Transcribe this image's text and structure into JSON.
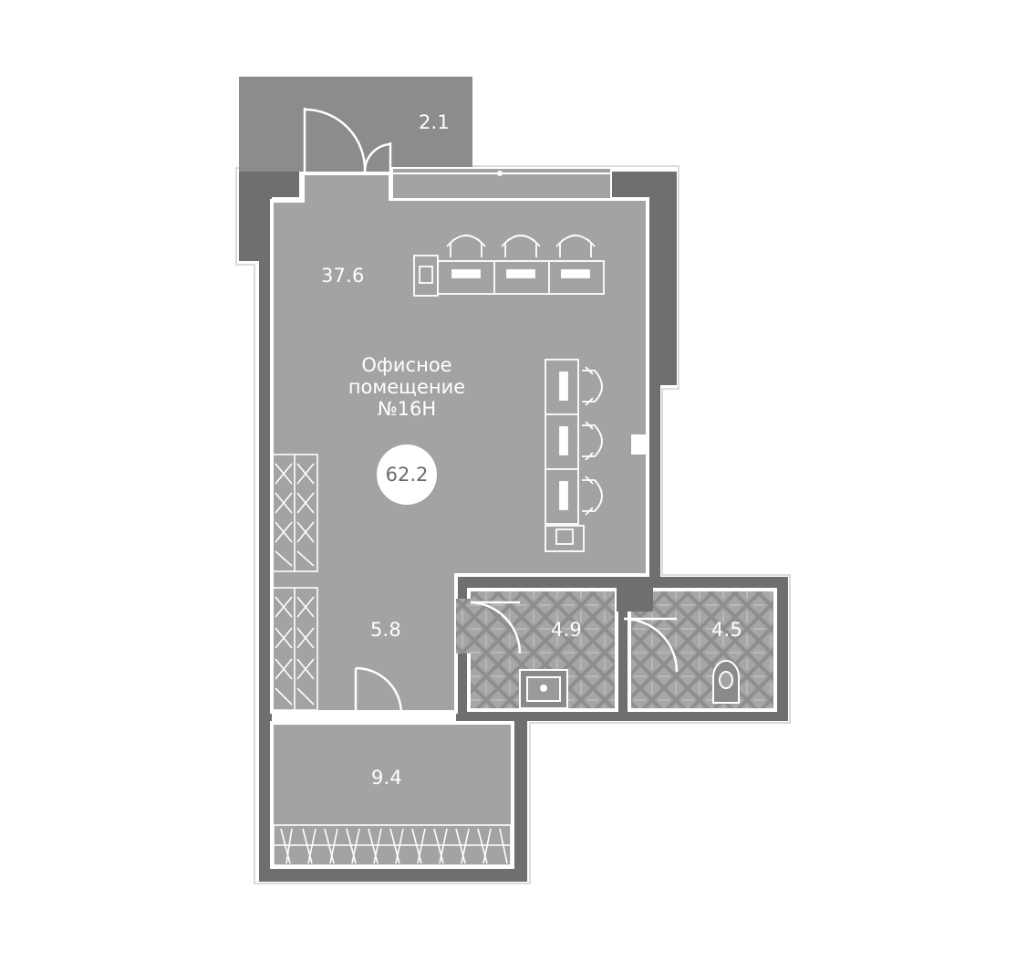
{
  "plan": {
    "title_line1": "Офисное",
    "title_line2": "помещение",
    "title_line3": "№16Н",
    "total_area": "62.2",
    "rooms": {
      "balcony": "2.1",
      "office": "37.6",
      "hall": "5.8",
      "bathroom": "4.9",
      "wc": "4.5",
      "storage": "9.4"
    }
  },
  "colors": {
    "wall": "#6f6f6f",
    "floor": "#a3a3a3",
    "balcony": "#8c8c8c",
    "outline": "#cfcfcf",
    "tile_bg": "#a6a6a6",
    "tile_pattern": "#8e8e8e"
  }
}
